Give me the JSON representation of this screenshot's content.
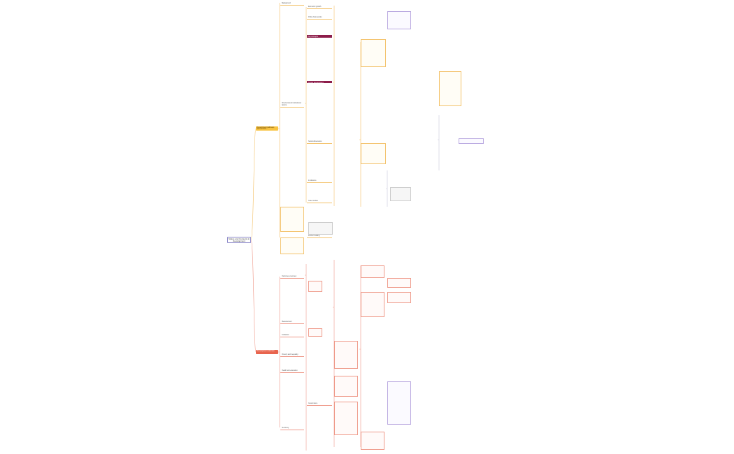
{
  "root": {
    "label": "Status and Contexts in Development"
  },
  "branches": [
    {
      "label": "Development pathways and contexts",
      "color": "#f8c340"
    },
    {
      "label": "Development outcomes",
      "color": "#e8644e"
    }
  ],
  "nodes": {
    "o1": "Background",
    "o2": "Structural and institutional factors",
    "o3": "Economic growth",
    "o4": "Policy frameworks",
    "o5": "Social dimensions",
    "o6": "Key concepts",
    "o7": "Human development",
    "o8": "Institutions",
    "o9": "Case studies",
    "o10": "Further reading",
    "r1": "Outcomes overview",
    "r2": "Measurement",
    "r3": "Indicators",
    "r4": "Poverty and inequality",
    "r5": "Health and education",
    "r6": "Governance",
    "r7": "Summary"
  },
  "colors": {
    "accent_orange": "#f8c340",
    "accent_red": "#e8644e",
    "highlight": "#8d1d4a",
    "root_border": "#8a86c8"
  }
}
